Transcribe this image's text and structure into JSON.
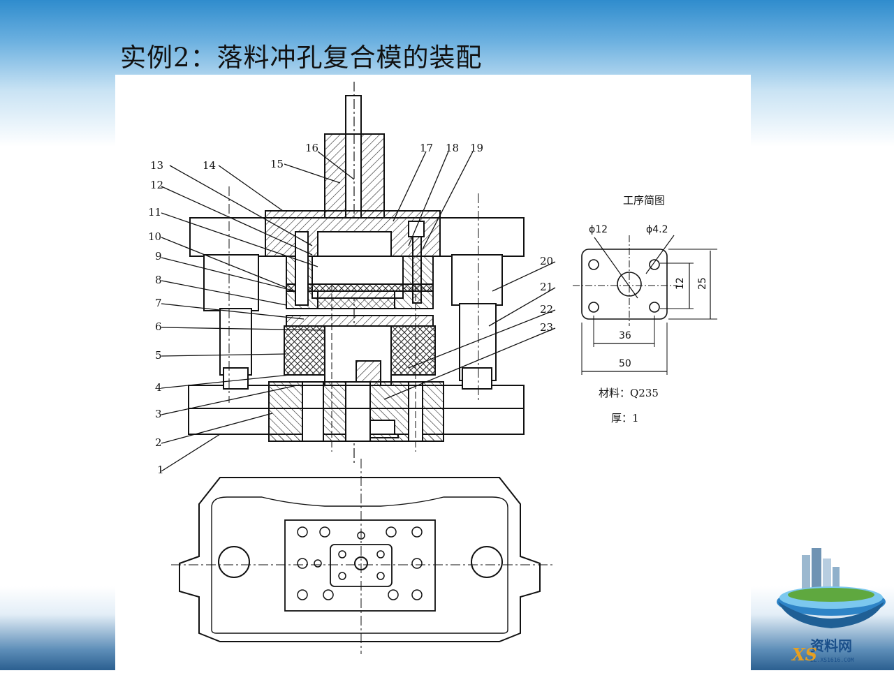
{
  "slide": {
    "title": "实例2：落料冲孔复合模的装配"
  },
  "drawing": {
    "part_labels": [
      "1",
      "2",
      "3",
      "4",
      "5",
      "6",
      "7",
      "8",
      "9",
      "10",
      "11",
      "12",
      "13",
      "14",
      "15",
      "16",
      "17",
      "18",
      "19",
      "20",
      "21",
      "22",
      "23"
    ],
    "process_sketch": {
      "title": "工序简图",
      "dim_hole_large": "ϕ12",
      "dim_hole_small": "ϕ4.2",
      "dim_height_inner": "12",
      "dim_height_outer": "25",
      "dim_width_inner": "36",
      "dim_width_outer": "50",
      "material": "材料：Q235",
      "thickness": "厚：1"
    }
  },
  "watermark": {
    "brand": "资料网",
    "url": "ZL.XS1616.COM",
    "mark": "XS"
  }
}
